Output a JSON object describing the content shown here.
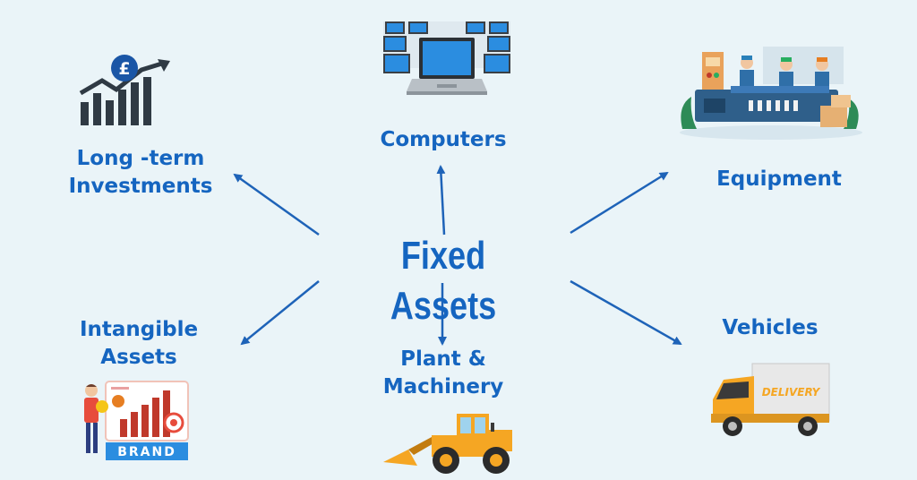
{
  "center": {
    "title": "Fixed Assets"
  },
  "nodes": [
    {
      "id": "long-term-investments",
      "lines": [
        "Long -term",
        "Investments"
      ],
      "icon": "investment-growth-chart-icon"
    },
    {
      "id": "computers",
      "lines": [
        "Computers"
      ],
      "icon": "laptops-icon"
    },
    {
      "id": "equipment",
      "lines": [
        "Equipment"
      ],
      "icon": "production-line-workers-icon"
    },
    {
      "id": "intangible-assets",
      "lines": [
        "Intangible",
        "Assets"
      ],
      "icon": "brand-chart-icon"
    },
    {
      "id": "plant-machinery",
      "lines": [
        "Plant &",
        "Machinery"
      ],
      "icon": "wheel-loader-icon"
    },
    {
      "id": "vehicles",
      "lines": [
        "Vehicles"
      ],
      "icon": "delivery-truck-icon"
    }
  ],
  "truck_text": "DELIVERY",
  "brand_text": "BRAND",
  "currency_symbol": "£",
  "colors": {
    "background": "#eaf4f8",
    "text_blue": "#1565c0",
    "arrow_blue": "#1e63b8",
    "dark": "#2f3a44"
  }
}
